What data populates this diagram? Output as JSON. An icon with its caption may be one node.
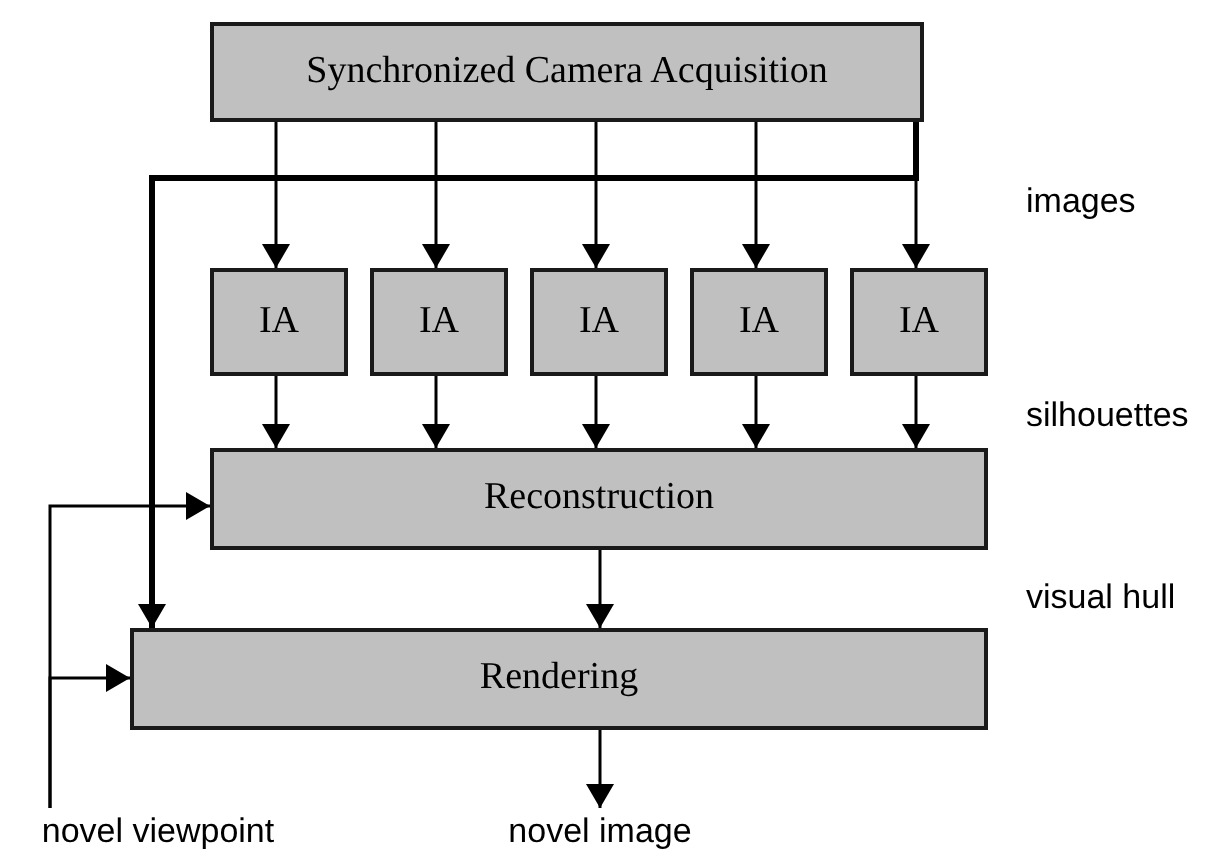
{
  "diagram": {
    "nodes": [
      {
        "text": [
          "Synchronized Camera Acquisition"
        ]
      },
      {
        "text": [
          "IA"
        ]
      },
      {
        "text": [
          "IA"
        ]
      },
      {
        "text": [
          "IA"
        ]
      },
      {
        "text": [
          "IA"
        ]
      },
      {
        "text": [
          "IA"
        ]
      },
      {
        "text": [
          "Reconstruction"
        ]
      },
      {
        "text": [
          "Rendering"
        ]
      },
      {
        "text": [
          "novel viewpoint"
        ]
      },
      {
        "text": [
          "novel image"
        ]
      }
    ],
    "edges": [
      {
        "from": 0,
        "to": 1,
        "arrow": "to"
      },
      {
        "from": 0,
        "to": 2,
        "arrow": "to"
      },
      {
        "from": 0,
        "to": 3,
        "arrow": "to"
      },
      {
        "from": 0,
        "to": 4,
        "arrow": "to"
      },
      {
        "from": 0,
        "to": 5,
        "arrow": "to"
      },
      {
        "from": 0,
        "to": 7,
        "arrow": "to",
        "style": "thick"
      },
      {
        "from": 1,
        "to": 6,
        "arrow": "to"
      },
      {
        "from": 2,
        "to": 6,
        "arrow": "to"
      },
      {
        "from": 3,
        "to": 6,
        "arrow": "to"
      },
      {
        "from": 4,
        "to": 6,
        "arrow": "to"
      },
      {
        "from": 5,
        "to": 6,
        "arrow": "to"
      },
      {
        "from": 6,
        "to": 7,
        "arrow": "to"
      },
      {
        "from": 8,
        "to": 6,
        "arrow": "to"
      },
      {
        "from": 8,
        "to": 7,
        "arrow": "to"
      },
      {
        "from": 7,
        "to": 9,
        "arrow": "to"
      }
    ],
    "labels": [
      "images",
      "silhouettes",
      "visual hull"
    ]
  }
}
